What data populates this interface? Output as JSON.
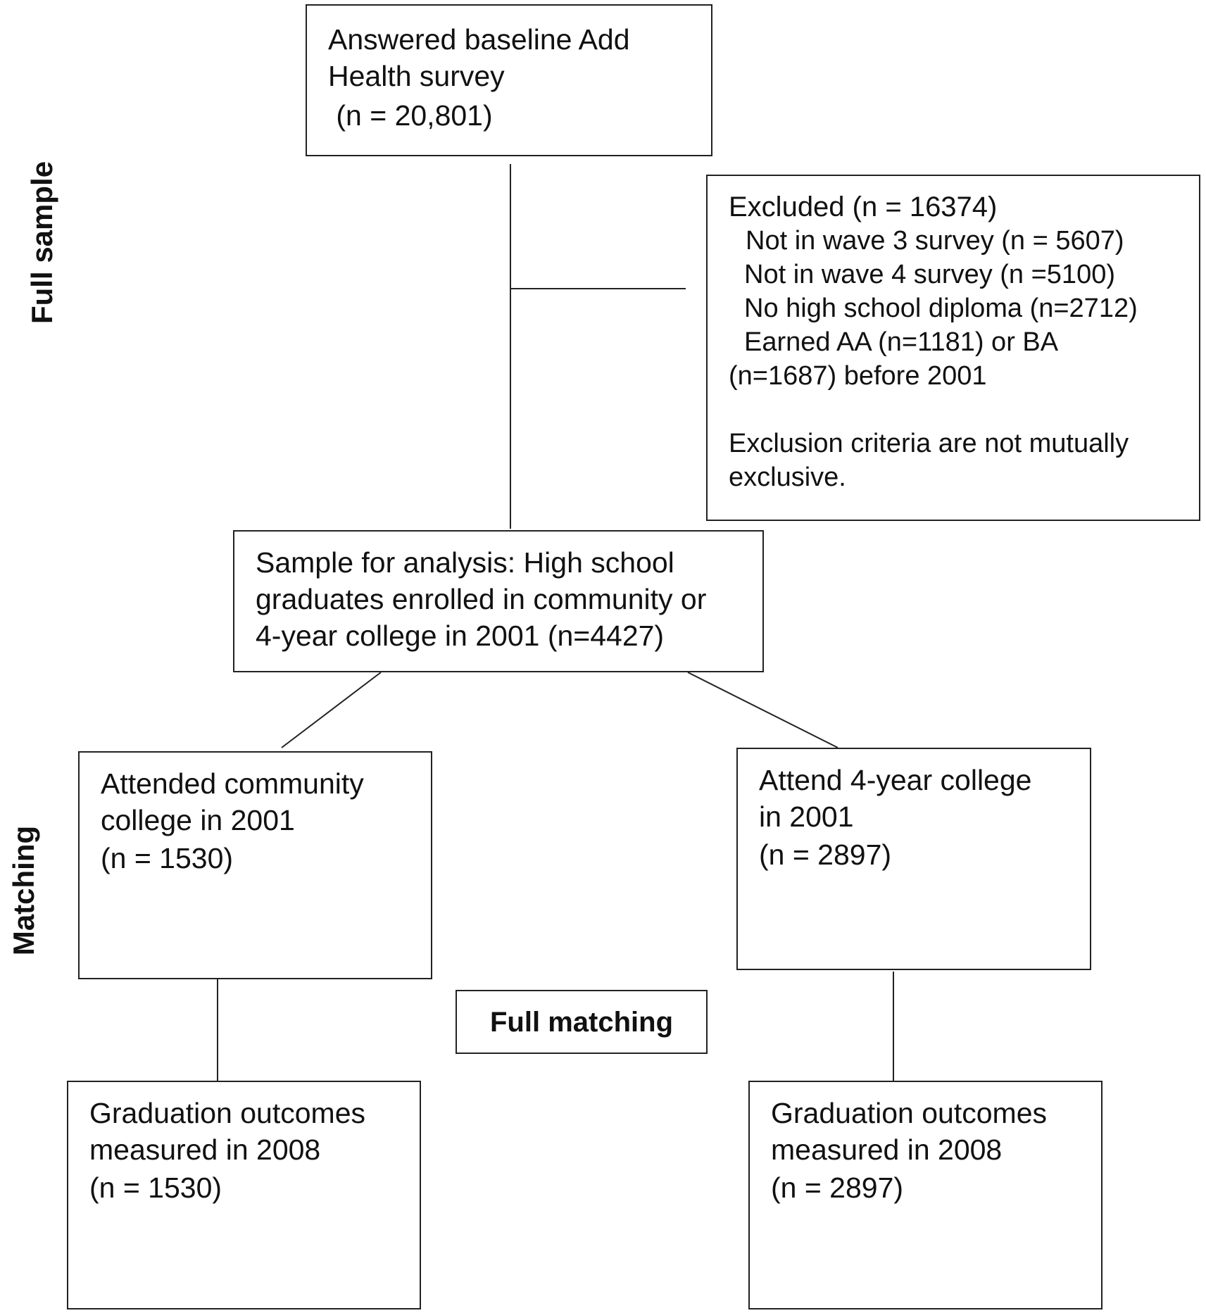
{
  "side_labels": {
    "full_sample": "Full sample",
    "matching": "Matching"
  },
  "boxes": {
    "baseline": [
      "Answered baseline Add",
      "Health survey",
      " (n = 20,801)"
    ],
    "excluded": {
      "title": "Excluded (n = 16374)",
      "items": [
        "Not in wave 3 survey (n = 5607)",
        "Not in wave 4 survey (n =5100)",
        "No high school diploma (n=2712)",
        "Earned AA (n=1181) or BA"
      ],
      "item_cont": "(n=1687) before 2001",
      "note": [
        "Exclusion criteria are not mutually",
        "exclusive."
      ]
    },
    "sample": [
      "Sample for analysis: High school",
      "graduates enrolled in community or",
      "4-year college in 2001 (n=4427)"
    ],
    "community": [
      "Attended community",
      "college in 2001",
      "(n = 1530)"
    ],
    "fouryear": [
      "Attend 4-year college",
      "in 2001",
      "(n = 2897)"
    ],
    "full_matching": "Full matching",
    "grad_left": [
      "Graduation outcomes",
      "measured in 2008",
      "(n = 1530)"
    ],
    "grad_right": [
      "Graduation outcomes",
      "measured in 2008",
      "(n = 2897)"
    ]
  }
}
